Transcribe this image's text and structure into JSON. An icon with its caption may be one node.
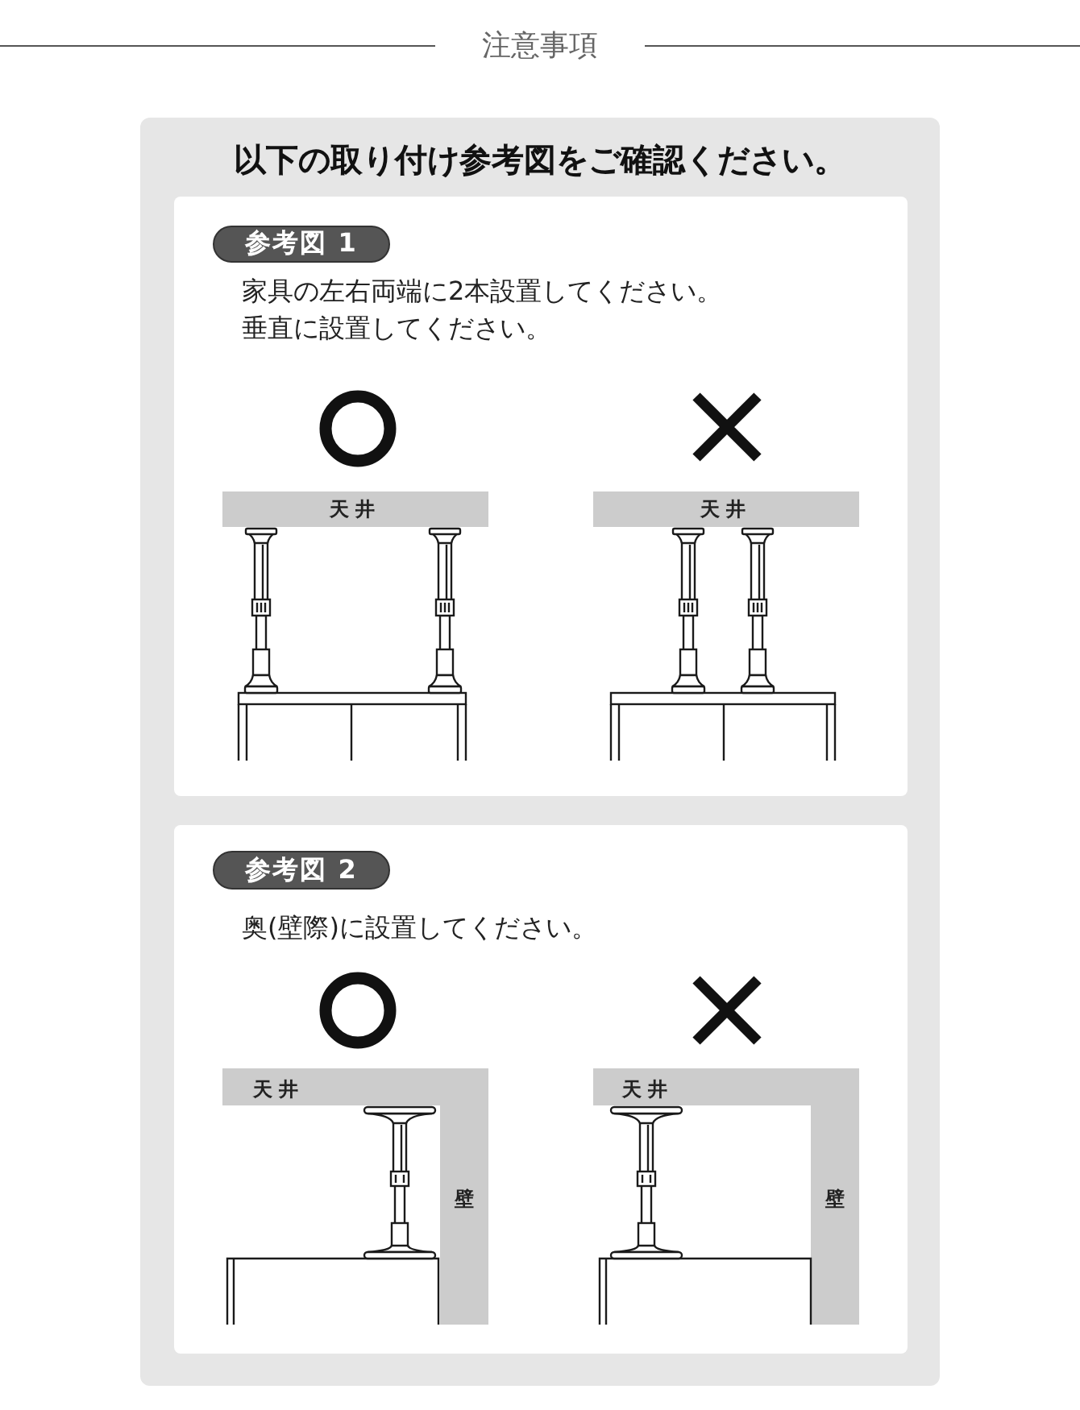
{
  "diagram": {
    "title": "注意事項",
    "nodes": [
      {
        "text": [
          "以下の取り付け参考図をご確認ください。"
        ]
      },
      {
        "text": [
          "家具の左右両端に2本設置してください。",
          "垂直に設置してください。"
        ],
        "in": 0
      },
      {
        "text": [
          "参考図 1"
        ],
        "in": 1
      },
      {
        "text": [
          "天井"
        ],
        "in": 1
      },
      {
        "text": [
          "天井"
        ],
        "in": 1
      },
      {
        "text": [
          "奥(壁際)に設置してください。"
        ],
        "in": 0
      },
      {
        "text": [
          "参考図 2"
        ],
        "in": 5
      },
      {
        "text": [
          "天井",
          "壁"
        ],
        "in": 5
      },
      {
        "text": [
          "天井",
          "壁"
        ],
        "in": 5
      }
    ]
  }
}
